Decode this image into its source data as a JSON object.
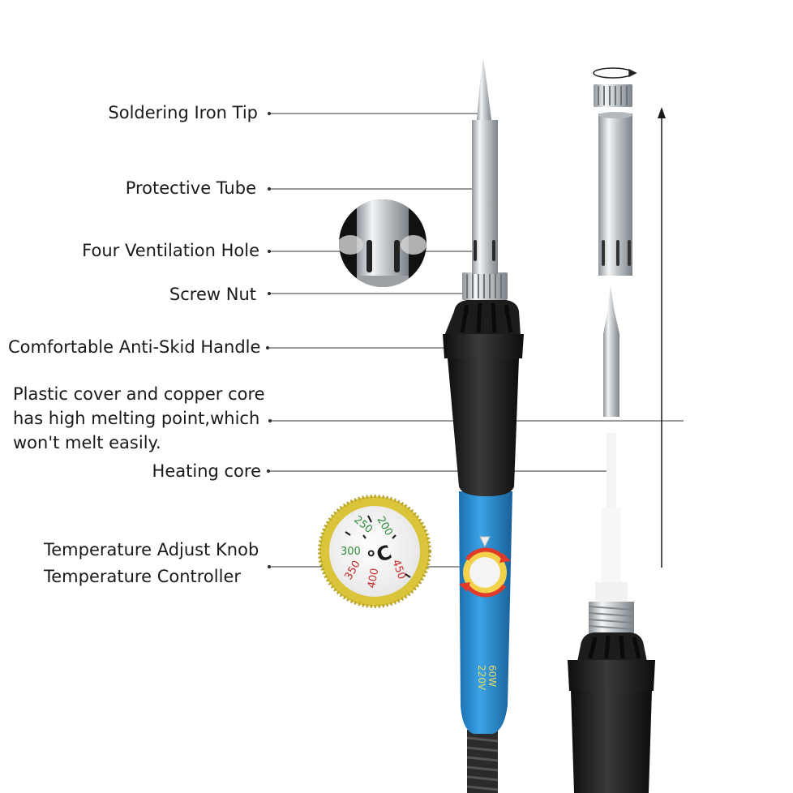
{
  "labels": {
    "tip": "Soldering Iron Tip",
    "tube": "Protective Tube",
    "holes": "Four Ventilation Hole",
    "nut": "Screw Nut",
    "handle": "Comfortable Anti-Skid Handle",
    "plastic": [
      "Plastic cover and copper core",
      "has high melting point,which",
      "won't melt easily."
    ],
    "heating": "Heating core",
    "knob": [
      "Temperature Adjust Knob",
      "Temperature Controller"
    ]
  },
  "knob_scale": [
    "200",
    "250",
    "300",
    "350",
    "400",
    "450"
  ],
  "knob_unit": "°C",
  "iron_marking": [
    "220V",
    "60W"
  ],
  "colors": {
    "handle": "#1d1d1d",
    "grip": "#2a8fd6",
    "knob_rim": "#d9c43a",
    "arrow": "#e03a2a",
    "metal": "#c9cdd1",
    "low_temp_text": "#2f8a3a",
    "high_temp_text": "#c62a2a"
  }
}
